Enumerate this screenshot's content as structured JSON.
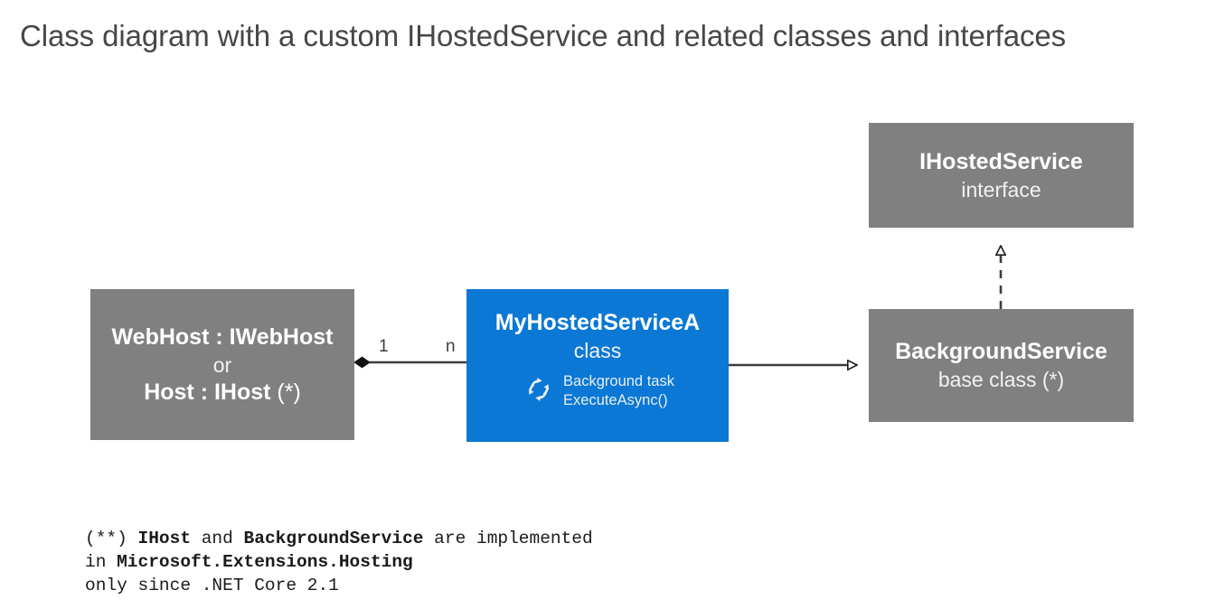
{
  "title": "Class diagram with a custom IHostedService and related classes and interfaces",
  "colors": {
    "title_text": "#474747",
    "node_gray": "#808080",
    "node_blue": "#0a78d4",
    "node_text": "#ffffff",
    "connector": "#3d3d3d",
    "footnote_text": "#1a1a1a"
  },
  "nodes": {
    "webhost": {
      "title_line1": "WebHost : IWebHost",
      "or": "or",
      "title_line2_bold": "Host : IHost",
      "title_line2_note": "(*)",
      "fill": "#808080"
    },
    "myhostedservicea": {
      "title": "MyHostedServiceA",
      "stereotype": "class",
      "icon": "sync-refresh-icon",
      "task_line1": "Background task",
      "task_line2": "ExecuteAsync()",
      "fill": "#0a78d4"
    },
    "ihostedservice": {
      "title": "IHostedService",
      "stereotype": "interface",
      "fill": "#808080"
    },
    "backgroundservice": {
      "title": "BackgroundService",
      "stereotype": "base class (*)",
      "fill": "#808080"
    }
  },
  "edges": {
    "composition": {
      "from": "webhost",
      "to": "myhostedservicea",
      "type": "composition",
      "source_marker": "filled-diamond",
      "source_multiplicity": "1",
      "target_multiplicity": "n",
      "line": "solid"
    },
    "generalization": {
      "from": "myhostedservicea",
      "to": "backgroundservice",
      "type": "generalization",
      "target_marker": "hollow-triangle",
      "line": "solid"
    },
    "realization": {
      "from": "backgroundservice",
      "to": "ihostedservice",
      "type": "realization",
      "target_marker": "hollow-triangle",
      "line": "dashed"
    }
  },
  "footnote": {
    "line1_a": "(**) ",
    "line1_b": "IHost",
    "line1_c": " and ",
    "line1_d": "BackgroundService",
    "line1_e": " are implemented",
    "line2_a": "in ",
    "line2_b": "Microsoft.Extensions.Hosting",
    "line3": "only since .NET Core 2.1"
  }
}
